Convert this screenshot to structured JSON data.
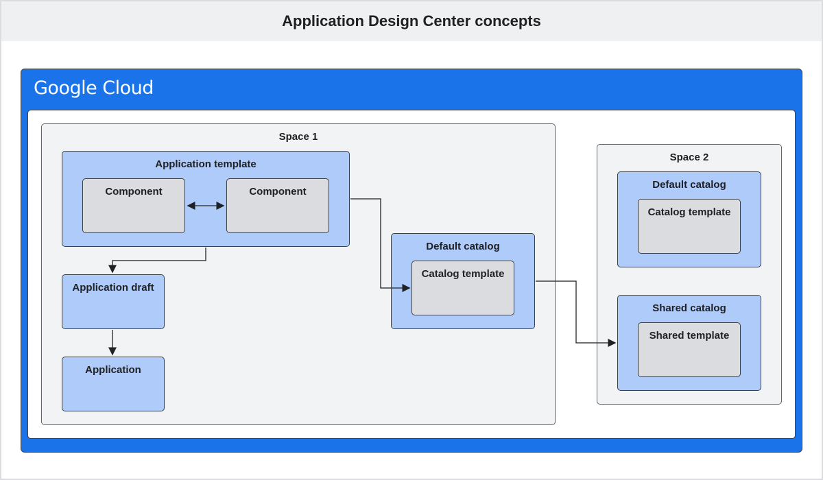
{
  "title": "Application Design Center concepts",
  "logo_text": "Google Cloud",
  "colors": {
    "brand_blue": "#1a73e8",
    "box_blue": "#aecbfa",
    "box_gray": "#dadce0",
    "space_bg": "#f1f3f4"
  },
  "space1": {
    "label": "Space 1",
    "app_template": "Application template",
    "component_a": "Component",
    "component_b": "Component",
    "app_draft": "Application draft",
    "application": "Application",
    "default_catalog": "Default catalog",
    "catalog_template": "Catalog template"
  },
  "space2": {
    "label": "Space 2",
    "default_catalog": "Default catalog",
    "catalog_template": "Catalog template",
    "shared_catalog": "Shared catalog",
    "shared_template": "Shared template"
  }
}
